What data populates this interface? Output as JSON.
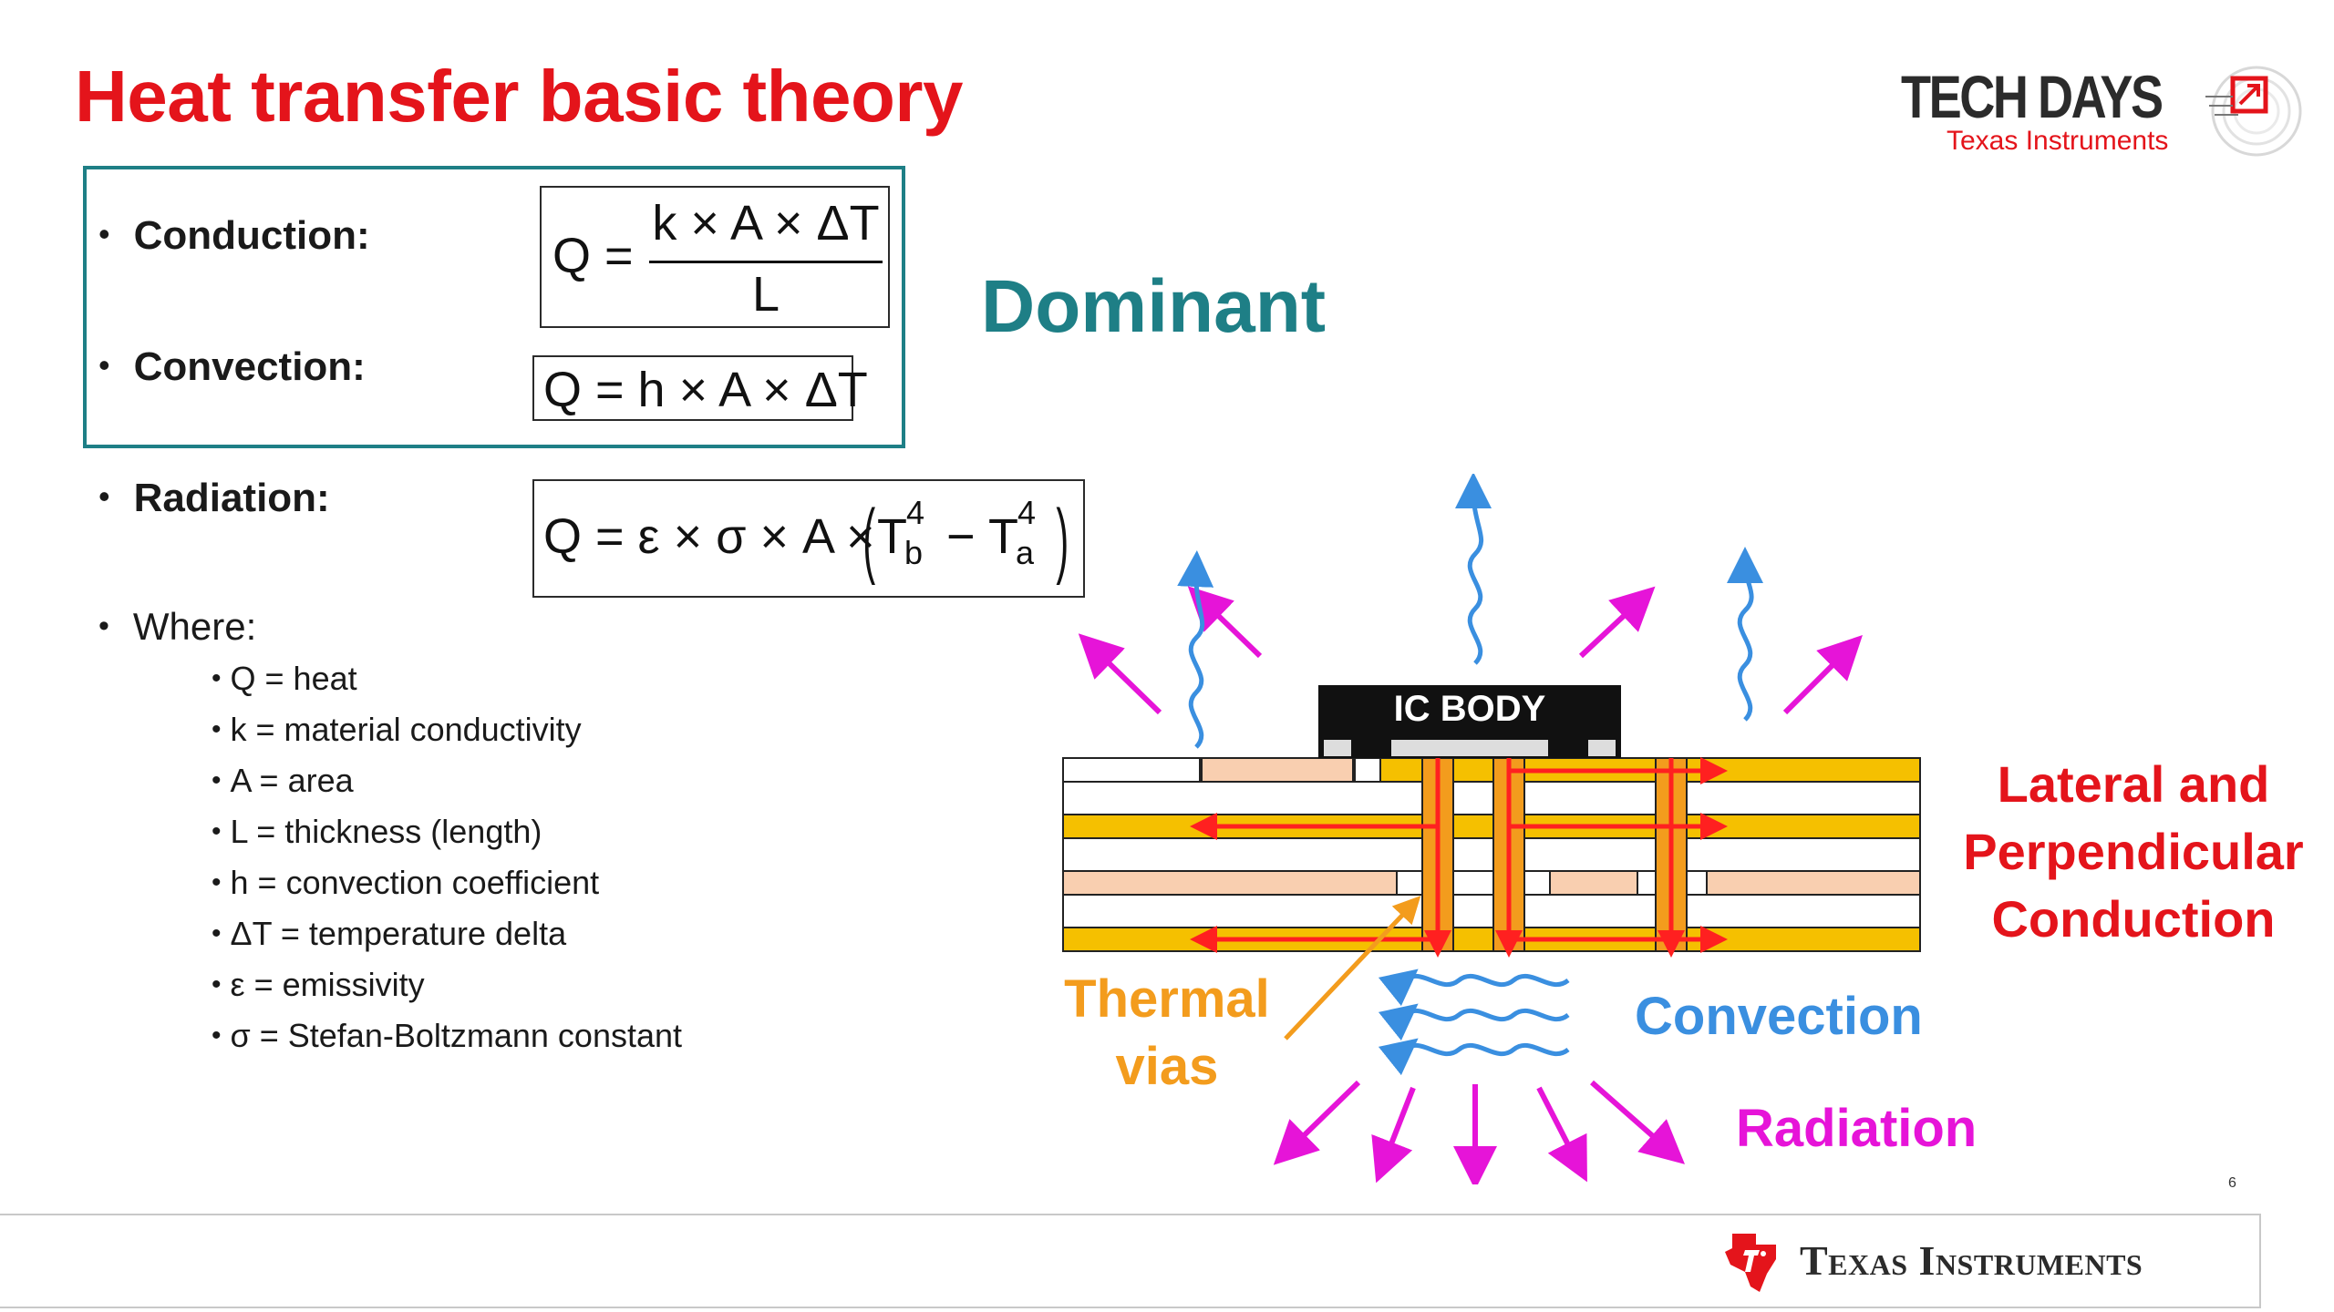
{
  "title": "Heat transfer basic theory",
  "branding": {
    "event_name": "TECH DAYS",
    "event_company": "Texas Instruments",
    "footer_company": "Texas Instruments"
  },
  "bullets": {
    "conduction": "Conduction:",
    "convection": "Convection:",
    "radiation": "Radiation:",
    "where": "Where:"
  },
  "equations": {
    "conduction": {
      "lhs": "Q =",
      "numerator": "k × A × ΔT",
      "denominator": "L"
    },
    "convection": "Q = h × A × ΔT",
    "radiation": {
      "main": "Q = ε × σ × A ×",
      "t1": "T",
      "t1_sub": "b",
      "t1_sup": "4",
      "minus": "−",
      "t2": "T",
      "t2_sub": "a",
      "t2_sup": "4"
    }
  },
  "dominant_label": "Dominant",
  "definitions": [
    "Q = heat",
    "k = material conductivity",
    "A = area",
    "L = thickness (length)",
    "h = convection coefficient",
    "ΔT = temperature delta",
    "ε = emissivity",
    "σ = Stefan-Boltzmann constant"
  ],
  "diagram": {
    "ic_label": "IC BODY",
    "lateral_label": "Lateral and Perpendicular Conduction",
    "thermal_vias_label": "Thermal vias",
    "convection_label": "Convection",
    "radiation_label": "Radiation"
  },
  "colors": {
    "title_red": "#e4141b",
    "teal": "#1e7f86",
    "copper_gold": "#f5c000",
    "pad_peach": "#f9cfb0",
    "radiation_magenta": "#e614d8",
    "convection_blue": "#3a8fe0",
    "via_orange": "#f39c1d",
    "conduction_red": "#ff2020"
  },
  "page_number": "6"
}
